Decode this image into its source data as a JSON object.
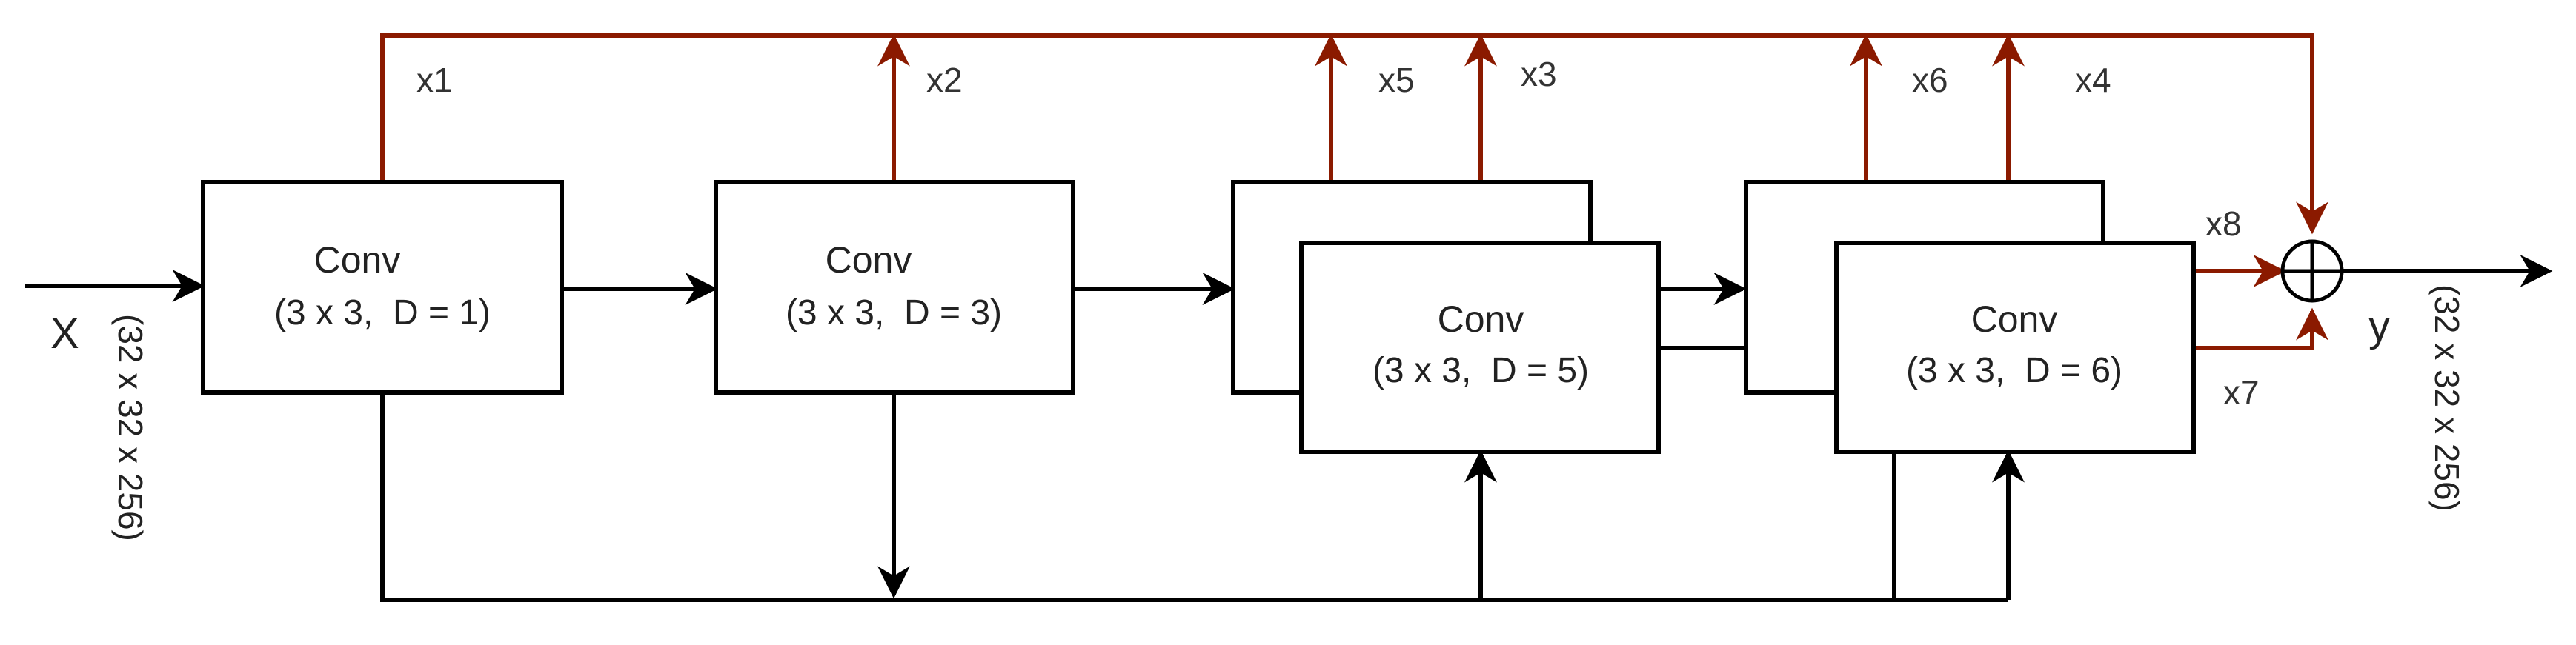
{
  "input": {
    "label": "X",
    "dims": "(32 x 32 x 256)"
  },
  "output": {
    "label": "y",
    "dims": "(32 x 32 x 256)"
  },
  "blocks": [
    {
      "title": "Conv",
      "params": "(3 x 3,  D = 1)"
    },
    {
      "title": "Conv",
      "params": "(3 x 3,  D = 3)"
    },
    {
      "title": "Conv",
      "params": "(3 x 3,  D = 5)"
    },
    {
      "title": "Conv",
      "params": "(3 x 3,  D = 6)"
    }
  ],
  "branches": [
    "x1",
    "x2",
    "x3",
    "x4",
    "x5",
    "x6",
    "x7",
    "x8"
  ],
  "colors": {
    "main_path": "#000000",
    "skip_path": "#8b1a00"
  },
  "icons": {
    "sum": "circled-plus-icon"
  }
}
